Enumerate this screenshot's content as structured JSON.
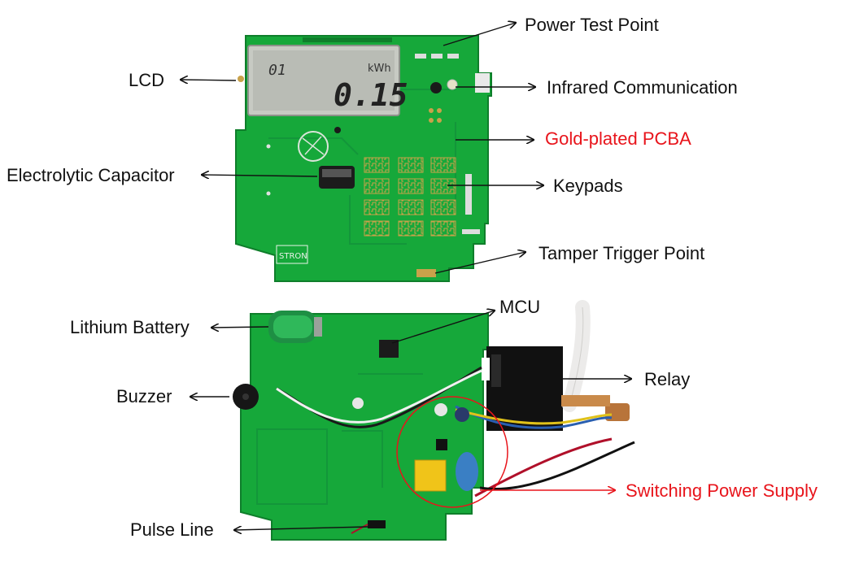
{
  "colors": {
    "label": "#111111",
    "highlight": "#e8141b",
    "pcb": "#16a83a",
    "pcb_dark": "#0f7e2b",
    "lcd": "#b9bcb5",
    "gold": "#c9a24a"
  },
  "lcd": {
    "top_digits": "01",
    "unit": "kWh",
    "reading": "0.15"
  },
  "logo": {
    "text": "STRON"
  },
  "labels": {
    "power_test_point": "Power Test Point",
    "lcd": "LCD",
    "infrared_communication": "Infrared Communication",
    "gold_plated_pcba": "Gold-plated PCBA",
    "electrolytic_capacitor": "Electrolytic Capacitor",
    "keypads": "Keypads",
    "tamper_trigger_point": "Tamper Trigger Point",
    "mcu": "MCU",
    "lithium_battery": "Lithium Battery",
    "relay": "Relay",
    "buzzer": "Buzzer",
    "switching_power_supply": "Switching Power Supply",
    "pulse_line": "Pulse Line"
  }
}
